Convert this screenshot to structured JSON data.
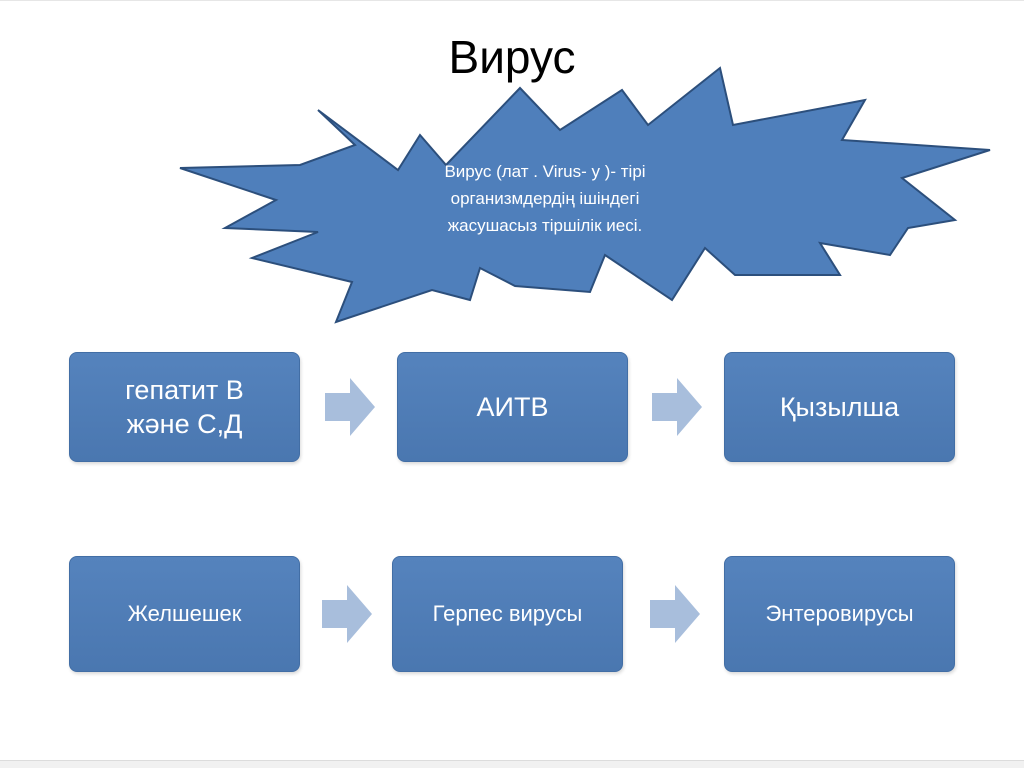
{
  "slide": {
    "title": "Вирус",
    "burst_text_lines": [
      "Вирус  (лат .  Virus- у )- тірі",
      "организмдердің  ішіндегі",
      "жасушасыз тіршілік иесі."
    ]
  },
  "rows": [
    {
      "boxes": [
        {
          "lines": [
            "гепатит В",
            "және С,Д"
          ]
        },
        {
          "lines": [
            "АИТВ"
          ]
        },
        {
          "lines": [
            "Қызылша"
          ]
        }
      ]
    },
    {
      "boxes": [
        {
          "lines": [
            "Желшешек"
          ]
        },
        {
          "lines": [
            "Герпес вирусы"
          ]
        },
        {
          "lines": [
            "Энтеровирусы"
          ]
        }
      ]
    }
  ],
  "colors": {
    "box_fill": "#4f7cb7",
    "burst_fill": "#4f7fbb",
    "burst_stroke": "#2c4f7c",
    "arrow_fill": "#a8bedc"
  }
}
